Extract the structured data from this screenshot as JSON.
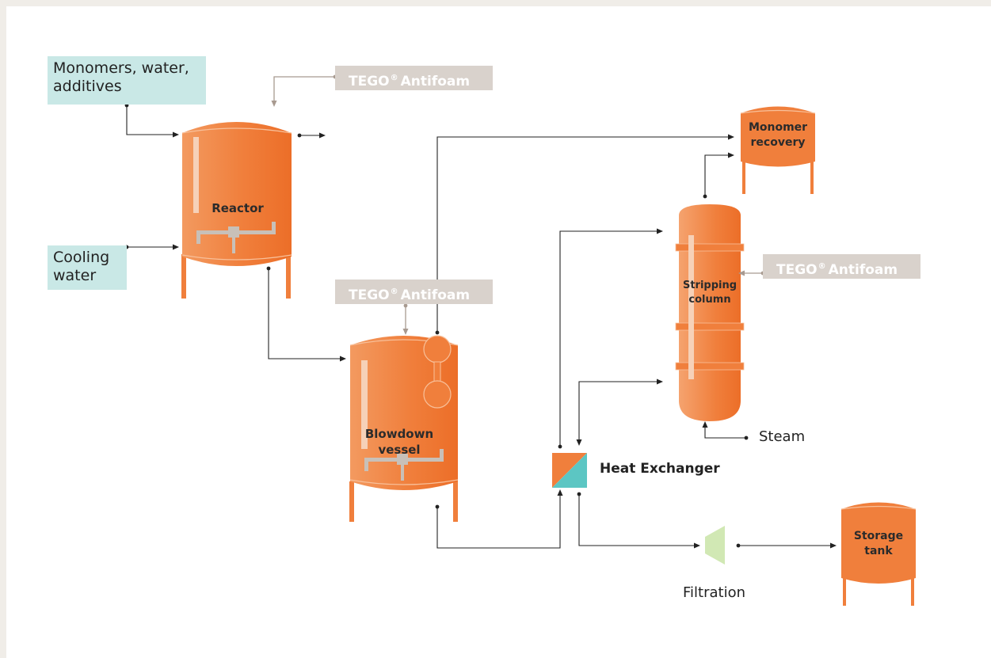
{
  "inputs": {
    "monomers": {
      "line1": "Monomers, water,",
      "line2": "additives"
    },
    "cooling": {
      "line1": "Cooling",
      "line2": "water"
    }
  },
  "antifoam": {
    "brand": "TEGO",
    "mark": "®",
    "product": "Antifoam"
  },
  "equipment": {
    "reactor": "Reactor",
    "blowdown": {
      "line1": "Blowdown",
      "line2": "vessel"
    },
    "stripping": {
      "line1": "Stripping",
      "line2": "column"
    },
    "monomer_recovery": {
      "line1": "Monomer",
      "line2": "recovery"
    },
    "storage": {
      "line1": "Storage",
      "line2": "tank"
    },
    "heat_exchanger": "Heat Exchanger",
    "filtration": "Filtration",
    "steam": "Steam"
  },
  "colors": {
    "vessel": "#f07f3c",
    "vessel_highlight": "#f5a36f",
    "input_box": "#c9e8e6",
    "antifoam_box": "#d9d2cc",
    "filter": "#d1e8b4",
    "hx_teal": "#5cc6c3",
    "line": "#222222",
    "antifoam_line": "#a89a90"
  }
}
